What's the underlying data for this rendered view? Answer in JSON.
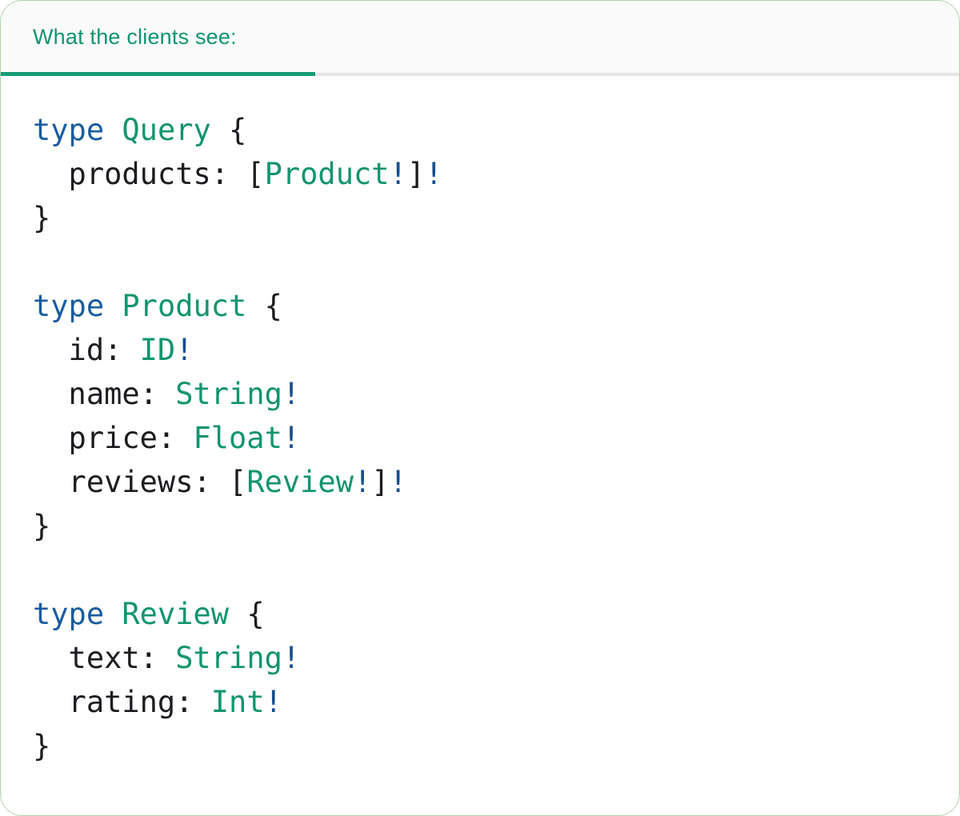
{
  "tab": {
    "label": "What the clients see:"
  },
  "colors": {
    "accent": "#179A77",
    "header-text": "#0F9472",
    "kw": "#1A5C9E",
    "type": "#12946E",
    "bang": "#174E8C",
    "plain": "#1A1C20",
    "tabbar-bg": "#FAFAFA",
    "tabbar-border": "#E4E4E5",
    "card-border": "#ABD3B0"
  },
  "code": {
    "language": "graphql",
    "lines": [
      [
        {
          "c": "kw",
          "t": "type"
        },
        {
          "c": "plain",
          "t": " "
        },
        {
          "c": "type",
          "t": "Query"
        },
        {
          "c": "plain",
          "t": " {"
        }
      ],
      [
        {
          "c": "plain",
          "t": "  products: ["
        },
        {
          "c": "type",
          "t": "Product"
        },
        {
          "c": "bang",
          "t": "!"
        },
        {
          "c": "plain",
          "t": "]"
        },
        {
          "c": "bang",
          "t": "!"
        }
      ],
      [
        {
          "c": "plain",
          "t": "}"
        }
      ],
      [],
      [
        {
          "c": "kw",
          "t": "type"
        },
        {
          "c": "plain",
          "t": " "
        },
        {
          "c": "type",
          "t": "Product"
        },
        {
          "c": "plain",
          "t": " {"
        }
      ],
      [
        {
          "c": "plain",
          "t": "  id: "
        },
        {
          "c": "type",
          "t": "ID"
        },
        {
          "c": "bang",
          "t": "!"
        }
      ],
      [
        {
          "c": "plain",
          "t": "  name: "
        },
        {
          "c": "type",
          "t": "String"
        },
        {
          "c": "bang",
          "t": "!"
        }
      ],
      [
        {
          "c": "plain",
          "t": "  price: "
        },
        {
          "c": "type",
          "t": "Float"
        },
        {
          "c": "bang",
          "t": "!"
        }
      ],
      [
        {
          "c": "plain",
          "t": "  reviews: ["
        },
        {
          "c": "type",
          "t": "Review"
        },
        {
          "c": "bang",
          "t": "!"
        },
        {
          "c": "plain",
          "t": "]"
        },
        {
          "c": "bang",
          "t": "!"
        }
      ],
      [
        {
          "c": "plain",
          "t": "}"
        }
      ],
      [],
      [
        {
          "c": "kw",
          "t": "type"
        },
        {
          "c": "plain",
          "t": " {"
        },
        {
          "c": "type",
          "t": "Review"
        },
        {
          "c": "plain",
          "t": " {"
        }
      ],
      [
        {
          "c": "plain",
          "t": "  text: "
        },
        {
          "c": "type",
          "t": "String"
        },
        {
          "c": "bang",
          "t": "!"
        }
      ],
      [
        {
          "c": "plain",
          "t": "  rating: "
        },
        {
          "c": "type",
          "t": "Int"
        },
        {
          "c": "bang",
          "t": "!"
        }
      ],
      [
        {
          "c": "plain",
          "t": "}"
        }
      ]
    ]
  }
}
